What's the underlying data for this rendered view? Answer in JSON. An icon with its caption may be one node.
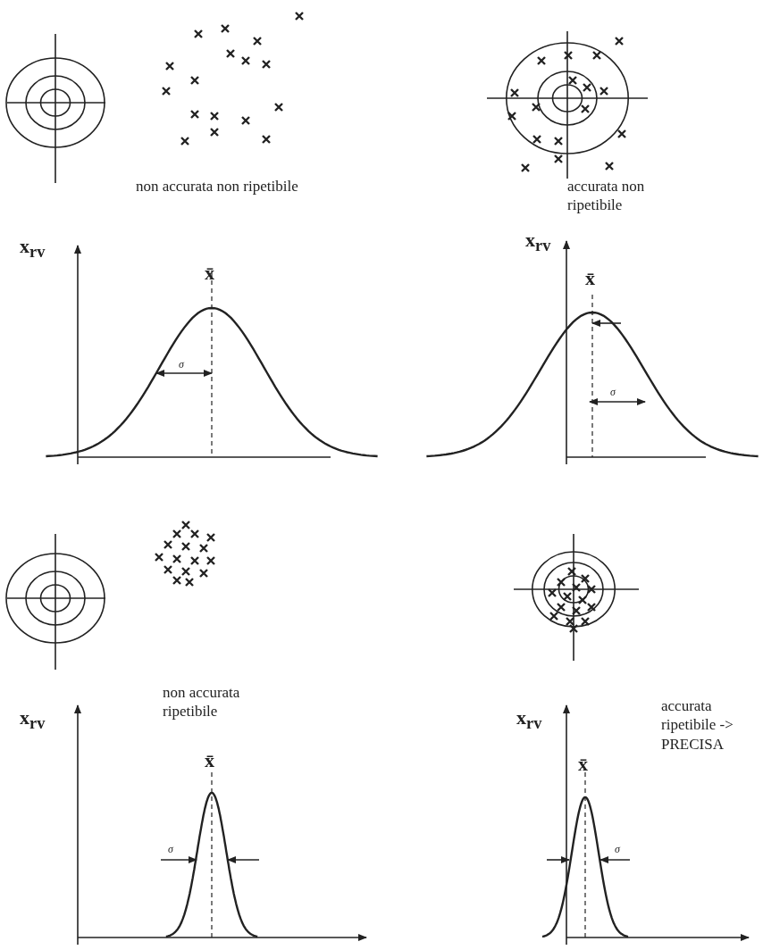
{
  "diagram": {
    "labels": [
      "non accurata non ripetibile",
      "accurata non ripetibile",
      "x$_{rv}$",
      "x$_{rv}$",
      "x̄",
      "x̄",
      "σ",
      "σ",
      "non accurata ripetibile",
      "accurata ripetibile -> PRECISA",
      "x$_{rv}$",
      "x$_{rv}$",
      "x̄",
      "x̄",
      "σ",
      "σ"
    ]
  }
}
